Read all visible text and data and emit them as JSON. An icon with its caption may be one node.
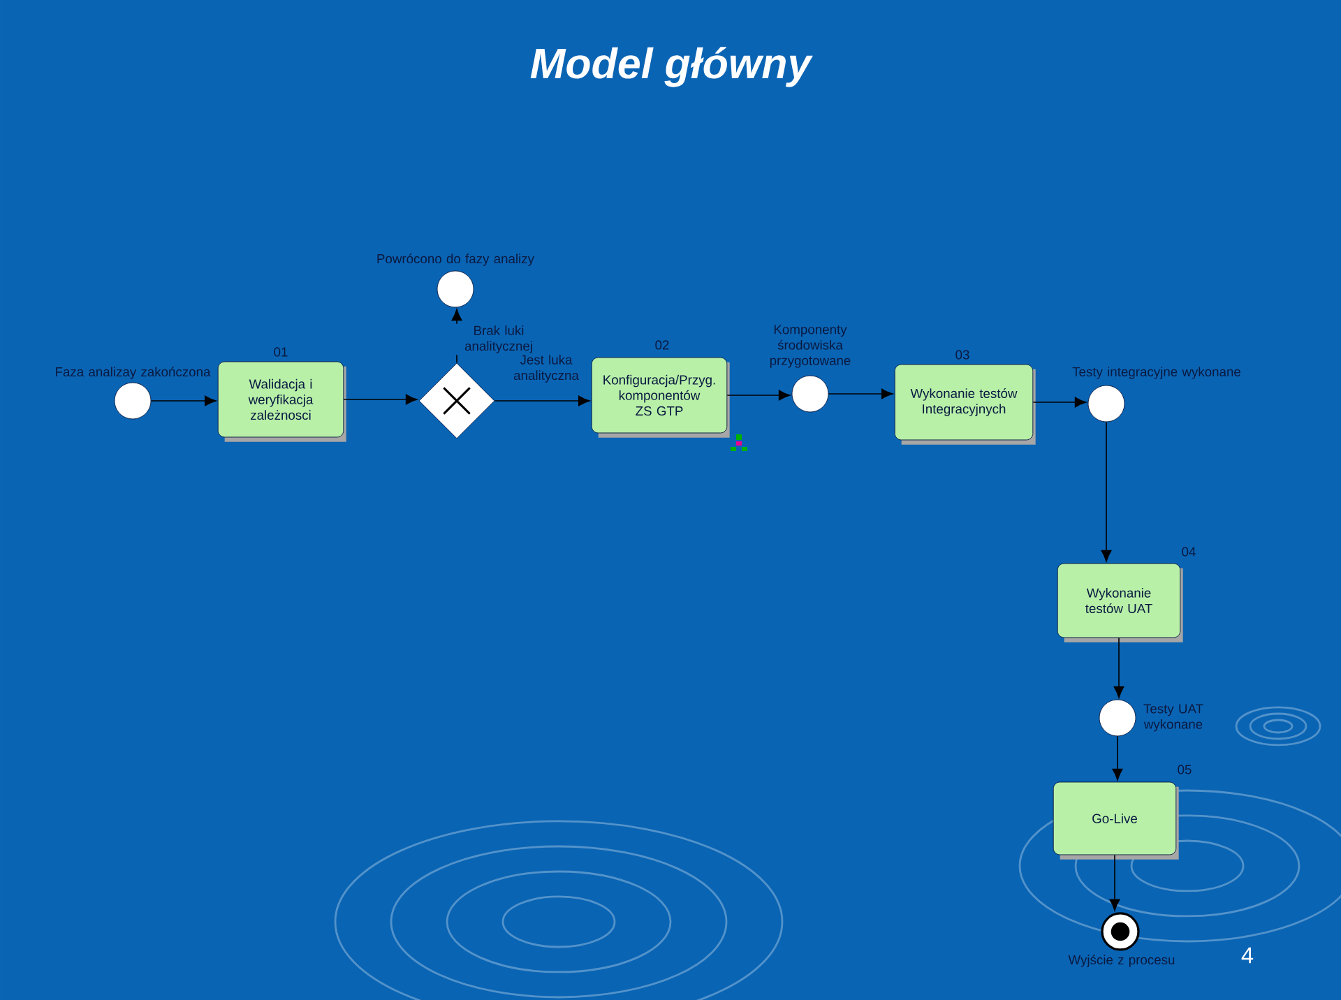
{
  "diagram": {
    "title": "Model główny",
    "nodes": [
      {
        "text": [
          "Faza analizay zakończona"
        ]
      },
      {
        "text": [
          "01",
          "Walidacja i weryfikacja zależnosci"
        ]
      },
      {
        "text": [],
        "shape": "diamond"
      },
      {
        "text": [
          "Powrócono do fazy analizy"
        ]
      },
      {
        "text": [
          "02",
          "Konfiguracja/Przyg. komponentów ZS GTP"
        ]
      },
      {
        "text": [
          "Komponenty środowiska przygotowane"
        ]
      },
      {
        "text": [
          "03",
          "Wykonanie testów Integracyjnych"
        ]
      },
      {
        "text": [
          "Testy integracyjne wykonane"
        ]
      },
      {
        "text": [
          "04",
          "Wykonanie testów UAT"
        ]
      },
      {
        "text": [
          "Testy UAT wykonane"
        ]
      },
      {
        "text": [
          "05",
          "Go-Live"
        ]
      },
      {
        "text": [
          "Wyjście z procesu"
        ]
      }
    ],
    "edges": [
      {
        "from": 0,
        "to": 1,
        "arrow": "to"
      },
      {
        "from": 1,
        "to": 2,
        "arrow": "to"
      },
      {
        "from": 2,
        "to": 3,
        "arrow": "to",
        "label": "Brak luki analitycznej"
      },
      {
        "from": 2,
        "to": 4,
        "arrow": "to",
        "label": "Jest luka analityczna"
      },
      {
        "from": 4,
        "to": 5,
        "arrow": "to"
      },
      {
        "from": 5,
        "to": 6,
        "arrow": "to"
      },
      {
        "from": 6,
        "to": 7,
        "arrow": "to"
      },
      {
        "from": 7,
        "to": 8,
        "arrow": "to"
      },
      {
        "from": 8,
        "to": 9,
        "arrow": "to"
      },
      {
        "from": 9,
        "to": 10,
        "arrow": "to"
      },
      {
        "from": 10,
        "to": 11,
        "arrow": "to"
      }
    ],
    "labels": [
      "4"
    ]
  }
}
